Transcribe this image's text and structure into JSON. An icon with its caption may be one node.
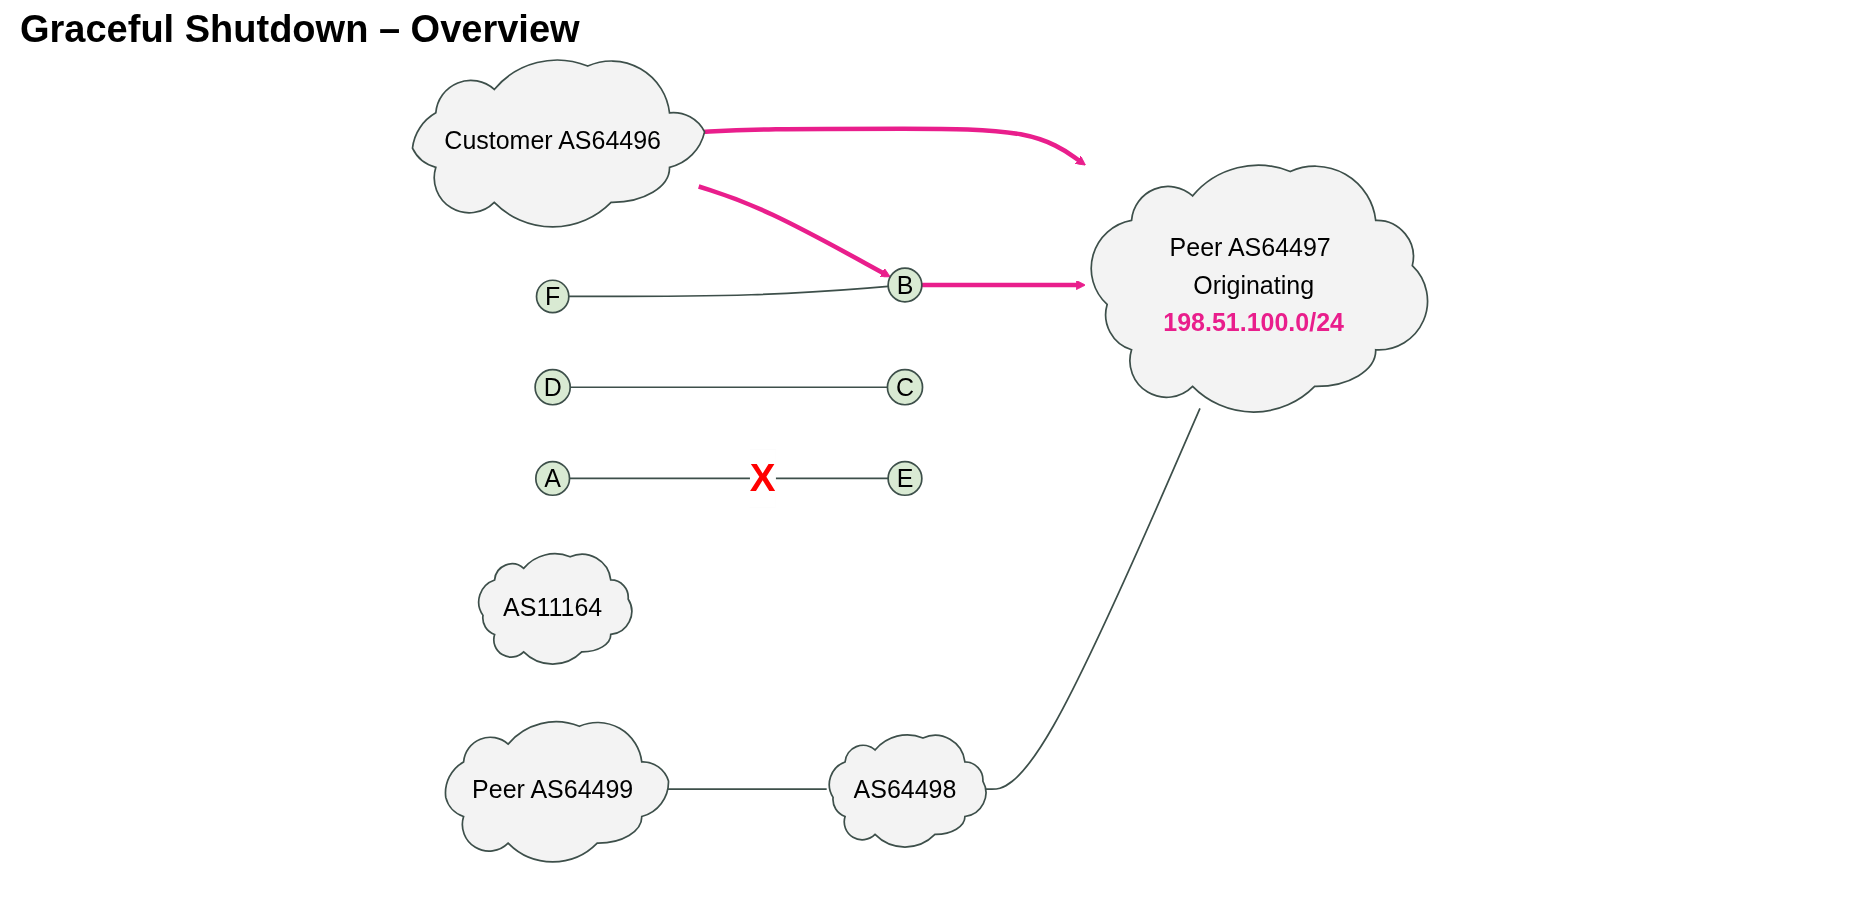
{
  "diagram": {
    "title": "Graceful Shutdown – Overview",
    "nodes": [
      {
        "text": [
          "Peer AS64499"
        ]
      },
      {
        "text": [
          "AS64498"
        ]
      },
      {
        "text": [
          "F"
        ]
      },
      {
        "text": [
          "Customer AS64496"
        ]
      },
      {
        "text": [
          "B"
        ]
      },
      {
        "text": [
          "D"
        ]
      },
      {
        "text": [
          "AS11164"
        ]
      },
      {
        "text": [
          "C"
        ]
      },
      {
        "text": [
          "A"
        ]
      },
      {
        "text": [
          "E"
        ]
      },
      {
        "text": [
          "Peer AS64497 Originating",
          "198.51.100.0/24"
        ]
      }
    ],
    "edges": [
      {
        "from": 0,
        "to": 1,
        "arrow": "none"
      },
      {
        "from": 2,
        "to": 4,
        "arrow": "none"
      },
      {
        "from": 5,
        "to": 7,
        "arrow": "none"
      },
      {
        "from": 8,
        "to": 9,
        "arrow": "none",
        "label": "X"
      },
      {
        "from": 1,
        "to": 10,
        "arrow": "none"
      },
      {
        "from": 3,
        "to": 4,
        "arrow": "to",
        "style": "thick",
        "color": "#e91e8c"
      },
      {
        "from": 3,
        "to": 10,
        "arrow": "to",
        "style": "thick",
        "color": "#e91e8c"
      },
      {
        "from": 4,
        "to": 10,
        "arrow": "to",
        "style": "thick",
        "color": "#e91e8c"
      }
    ]
  }
}
